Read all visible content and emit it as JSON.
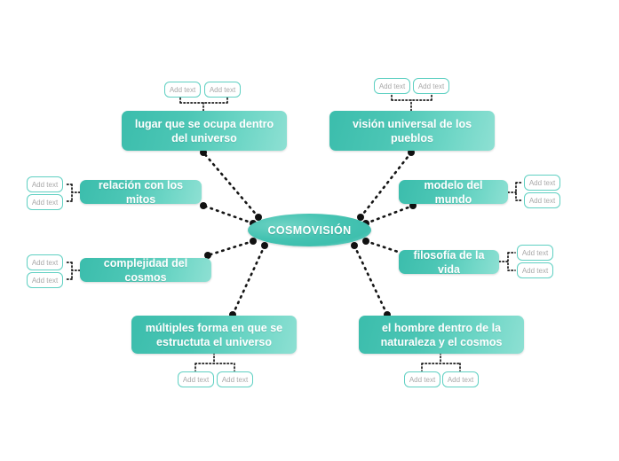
{
  "diagram": {
    "type": "mind-map",
    "background_color": "#ffffff",
    "node_accent_color": "#45c3b2",
    "node_gradient_from": "#3bbdac",
    "node_gradient_to": "#8ee0d3",
    "placeholder_border_color": "#5fd0c2",
    "placeholder_text_color": "#a8a8a8",
    "connector_color": "#1a1a1a",
    "connector_style": "dotted",
    "center": {
      "label": "COSMOVISIÓN",
      "shape": "ellipse"
    },
    "branches": [
      {
        "id": "branch-top-left",
        "label": "lugar que se ocupa dentro del universo",
        "children": [
          {
            "label": "Add text"
          },
          {
            "label": "Add text"
          }
        ]
      },
      {
        "id": "branch-top-right",
        "label": "visión universal de los pueblos",
        "children": [
          {
            "label": "Add text"
          },
          {
            "label": "Add text"
          }
        ]
      },
      {
        "id": "branch-left-upper",
        "label": "relación con los mitos",
        "children": [
          {
            "label": "Add text"
          },
          {
            "label": "Add text"
          }
        ]
      },
      {
        "id": "branch-left-lower",
        "label": "complejidad del cosmos",
        "children": [
          {
            "label": "Add text"
          },
          {
            "label": "Add text"
          }
        ]
      },
      {
        "id": "branch-right-upper",
        "label": "modelo del mundo",
        "children": [
          {
            "label": "Add text"
          },
          {
            "label": "Add text"
          }
        ]
      },
      {
        "id": "branch-right-lower",
        "label": "filosofía de la vida",
        "children": [
          {
            "label": "Add text"
          },
          {
            "label": "Add text"
          }
        ]
      },
      {
        "id": "branch-bottom-left",
        "label": "múltiples forma en que se estructuta el universo",
        "children": [
          {
            "label": "Add text"
          },
          {
            "label": "Add text"
          }
        ]
      },
      {
        "id": "branch-bottom-right",
        "label": "el hombre dentro de la naturaleza y el cosmos",
        "children": [
          {
            "label": "Add text"
          },
          {
            "label": "Add text"
          }
        ]
      }
    ]
  }
}
